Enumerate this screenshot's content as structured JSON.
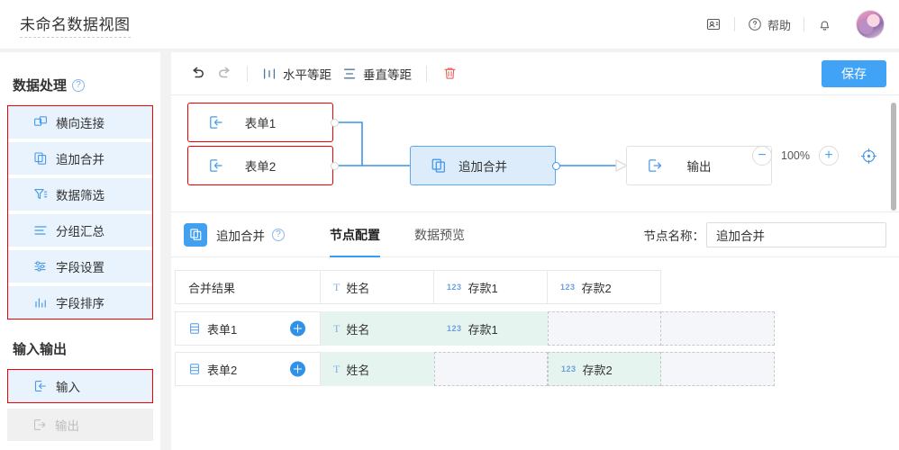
{
  "header": {
    "title": "未命名数据视图",
    "contacts_icon": "contact-card-icon",
    "help_icon": "question-circle-icon",
    "help_label": "帮助",
    "bell_icon": "bell-icon",
    "avatar_alt": "user-avatar"
  },
  "sidebar": {
    "group1_title": "数据处理",
    "group1_help_icon": "question-mark-icon",
    "group1_items": [
      {
        "label": "横向连接",
        "icon": "horizontal-join-icon",
        "disabled": false
      },
      {
        "label": "追加合并",
        "icon": "append-merge-icon",
        "disabled": false
      },
      {
        "label": "数据筛选",
        "icon": "filter-icon",
        "disabled": false
      },
      {
        "label": "分组汇总",
        "icon": "group-summary-icon",
        "disabled": false
      },
      {
        "label": "字段设置",
        "icon": "field-settings-icon",
        "disabled": false
      },
      {
        "label": "字段排序",
        "icon": "field-sort-icon",
        "disabled": false
      }
    ],
    "group2_title": "输入输出",
    "group2_items": [
      {
        "label": "输入",
        "icon": "input-arrow-icon",
        "disabled": false
      },
      {
        "label": "输出",
        "icon": "output-arrow-icon",
        "disabled": true
      }
    ]
  },
  "toolbar": {
    "undo_icon": "undo-arrow-icon",
    "redo_icon": "redo-arrow-icon",
    "h_distribute_icon": "horizontal-distribute-icon",
    "h_distribute_label": "水平等距",
    "v_distribute_icon": "vertical-distribute-icon",
    "v_distribute_label": "垂直等距",
    "delete_icon": "trash-icon",
    "save_label": "保存"
  },
  "canvas": {
    "zoom_minus": "−",
    "zoom_value": "100%",
    "zoom_plus": "+",
    "focus_icon": "crosshair-icon",
    "nodes": [
      {
        "id": "form1",
        "label": "表单1",
        "type": "input",
        "icon": "input-arrow-icon"
      },
      {
        "id": "form2",
        "label": "表单2",
        "type": "input",
        "icon": "input-arrow-icon"
      },
      {
        "id": "merge",
        "label": "追加合并",
        "type": "merge",
        "icon": "append-merge-icon"
      },
      {
        "id": "output",
        "label": "输出",
        "type": "output",
        "icon": "output-arrow-icon"
      }
    ]
  },
  "panel": {
    "node_chip_icon": "append-merge-icon",
    "node_chip_label": "追加合并",
    "node_help_icon": "question-mark-icon",
    "tabs": [
      {
        "label": "节点配置",
        "active": true
      },
      {
        "label": "数据预览",
        "active": false
      }
    ],
    "node_name_label": "节点名称：",
    "node_name_value": "追加合并"
  },
  "mapping_table": {
    "header": [
      {
        "label": "合并结果",
        "type": "none"
      },
      {
        "label": "姓名",
        "type": "text"
      },
      {
        "label": "存款1",
        "type": "number"
      },
      {
        "label": "存款2",
        "type": "number"
      }
    ],
    "rows": [
      {
        "source": "表单1",
        "source_icon": "table-rows-icon",
        "add_icon": "plus-circle-icon",
        "cells": [
          {
            "label": "姓名",
            "type": "text",
            "state": "filled"
          },
          {
            "label": "存款1",
            "type": "number",
            "state": "filled"
          },
          {
            "label": "",
            "type": "none",
            "state": "empty"
          },
          {
            "label": "",
            "type": "none",
            "state": "empty"
          }
        ]
      },
      {
        "source": "表单2",
        "source_icon": "table-rows-icon",
        "add_icon": "plus-circle-icon",
        "cells": [
          {
            "label": "姓名",
            "type": "text",
            "state": "filled"
          },
          {
            "label": "",
            "type": "none",
            "state": "empty"
          },
          {
            "label": "存款2",
            "type": "number",
            "state": "filled"
          },
          {
            "label": "",
            "type": "none",
            "state": "empty"
          }
        ]
      }
    ]
  },
  "colors": {
    "accent_blue": "#40a3f5",
    "highlight_red": "#f00000",
    "sidebar_item_bg": "#e8f3fd",
    "merge_node_bg": "#dcecfb",
    "filled_cell_bg": "#e6f4f0"
  }
}
